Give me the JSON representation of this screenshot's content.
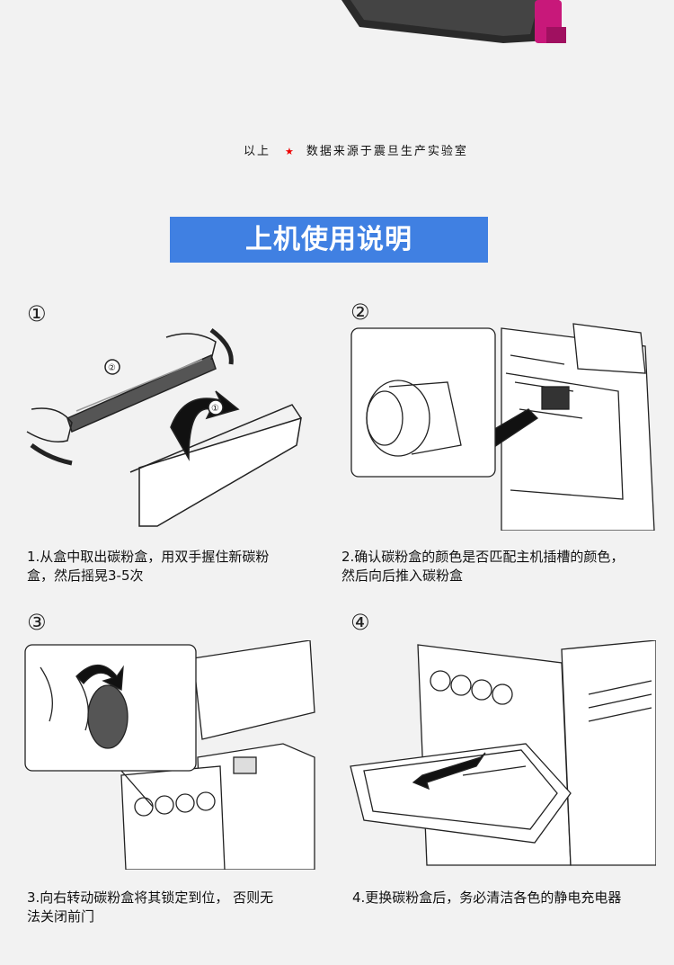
{
  "note": {
    "prefix": "以上",
    "star": "★",
    "text": "数据来源于震旦生产实验室"
  },
  "banner": {
    "title": "上机使用说明"
  },
  "steps": [
    {
      "number": "①",
      "caption_line1": "1.从盒中取出碳粉盒，用双手握住新碳粉",
      "caption_line2": "盒，然后摇晃3-5次",
      "figure_labels": [
        "②",
        "①"
      ]
    },
    {
      "number": "②",
      "caption_line1": "2.确认碳粉盒的颜色是否匹配主机插槽的颜色，",
      "caption_line2": "然后向后推入碳粉盒"
    },
    {
      "number": "③",
      "caption_line1": "3.向右转动碳粉盒将其锁定到位， 否则无",
      "caption_line2": "法关闭前门"
    },
    {
      "number": "④",
      "caption_line1": "4.更换碳粉盒后，务必清洁各色的静电充电器",
      "caption_line2": ""
    }
  ],
  "colors": {
    "banner": "#4080e2",
    "star": "#ee0000",
    "toner": "#c8187a"
  }
}
